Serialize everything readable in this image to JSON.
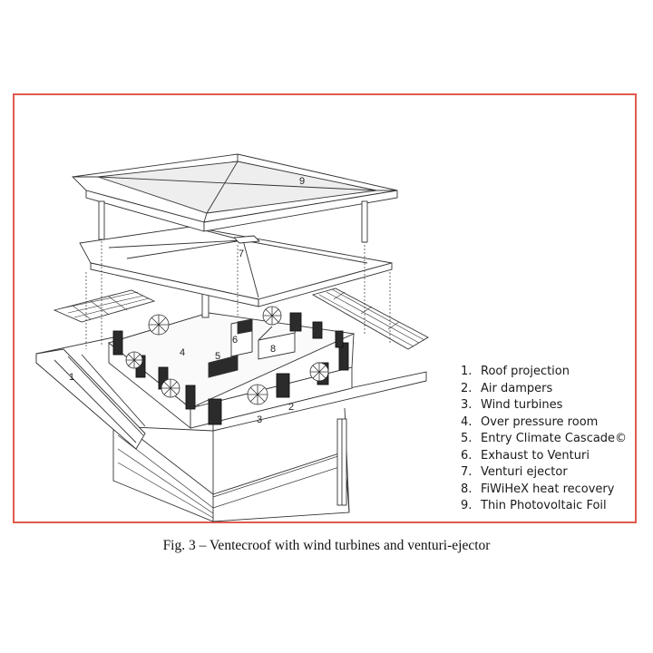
{
  "legend": [
    {
      "num": "1.",
      "label": "Roof projection"
    },
    {
      "num": "2.",
      "label": "Air dampers"
    },
    {
      "num": "3.",
      "label": "Wind turbines"
    },
    {
      "num": "4.",
      "label": "Over pressure room"
    },
    {
      "num": "5.",
      "label": "Entry Climate Cascade©"
    },
    {
      "num": "6.",
      "label": "Exhaust to Venturi"
    },
    {
      "num": "7.",
      "label": "Venturi ejector"
    },
    {
      "num": "8.",
      "label": "FiWiHeX heat recovery"
    },
    {
      "num": "9.",
      "label": "Thin Photovoltaic Foil"
    }
  ],
  "callouts": {
    "n1": "1",
    "n2": "2",
    "n3": "3",
    "n4": "4",
    "n5": "5",
    "n6": "6",
    "n7": "7",
    "n8": "8",
    "n9": "9"
  },
  "caption": "Fig. 3 – Ventecroof with wind turbines and venturi-ejector",
  "colors": {
    "frame": "#e05a4e",
    "line": "#333333",
    "panel": "#2b2b2b"
  }
}
